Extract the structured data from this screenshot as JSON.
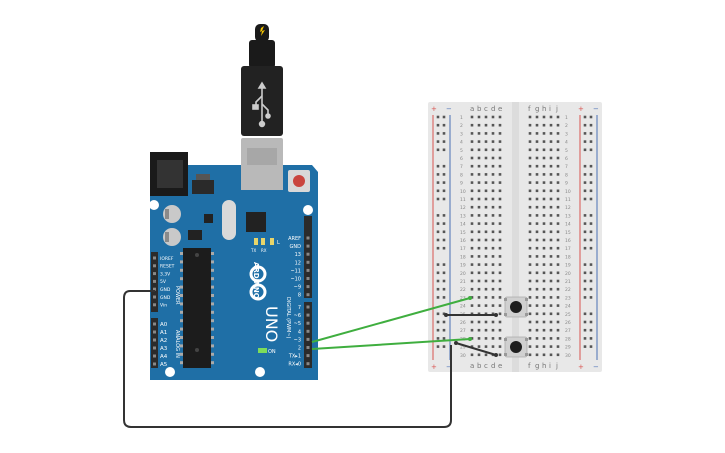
{
  "colors": {
    "board": "#1f6fa6",
    "board_dark": "#145584",
    "breadboard": "#e8e8e8",
    "breadboard_channel": "#dcdcdc",
    "rail_red": "#d9534f",
    "rail_blue": "#4a6fb5",
    "wire_green": "#3fae3f",
    "wire_black": "#333333",
    "header": "#2b2b2b",
    "hole": "#555555"
  },
  "breadboard": {
    "rail_plus": "+",
    "rail_minus": "−",
    "cols_left": [
      "a",
      "b",
      "c",
      "d",
      "e"
    ],
    "cols_right": [
      "f",
      "g",
      "h",
      "i",
      "j"
    ],
    "rows": 30
  },
  "arduino": {
    "brand": "ARDUINO",
    "model": "UNO",
    "label_on": "ON",
    "label_l": "L",
    "label_tx": "TX",
    "label_rx": "RX",
    "power_title": "POWER",
    "analog_title": "ANALOG IN",
    "digital_title": "DIGITAL (PWM~)",
    "power_pins": [
      "IOREF",
      "RESET",
      "3.3V",
      "5V",
      "GND",
      "GND",
      "Vin"
    ],
    "analog_pins": [
      "A0",
      "A1",
      "A2",
      "A3",
      "A4",
      "A5"
    ],
    "digital_top": [
      "AREF",
      "GND",
      "13",
      "12",
      "~11",
      "~10",
      "~9",
      "8"
    ],
    "digital_bottom": [
      "7",
      "~6",
      "~5",
      "4",
      "~3",
      "2",
      "TX▸1",
      "RX◂0"
    ]
  },
  "components": {
    "pushbuttons": 2,
    "green_wires": 2,
    "black_wires": 3
  }
}
